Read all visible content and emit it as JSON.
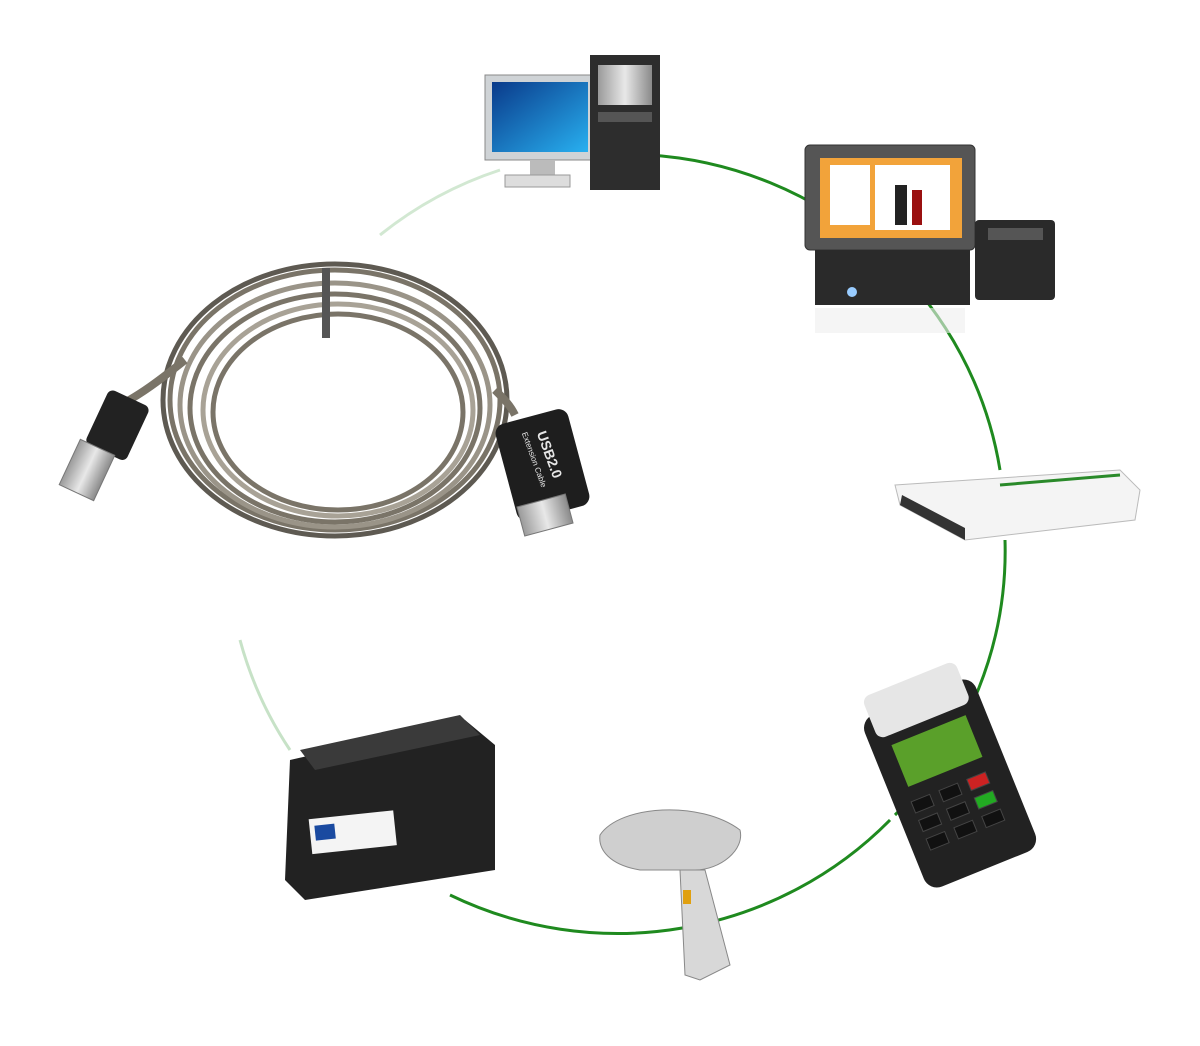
{
  "product": {
    "connector_label": "USB2.0",
    "connector_sublabel": "Extension Cable"
  },
  "devices": [
    {
      "name": "desktop-computer"
    },
    {
      "name": "pos-terminal"
    },
    {
      "name": "network-router"
    },
    {
      "name": "card-payment-terminal"
    },
    {
      "name": "barcode-scanner"
    },
    {
      "name": "label-printer"
    }
  ],
  "colors": {
    "connection_line": "#1f8a1f",
    "background": "#ffffff",
    "cable": "#7a7468",
    "device_dark": "#2a2a2a"
  }
}
